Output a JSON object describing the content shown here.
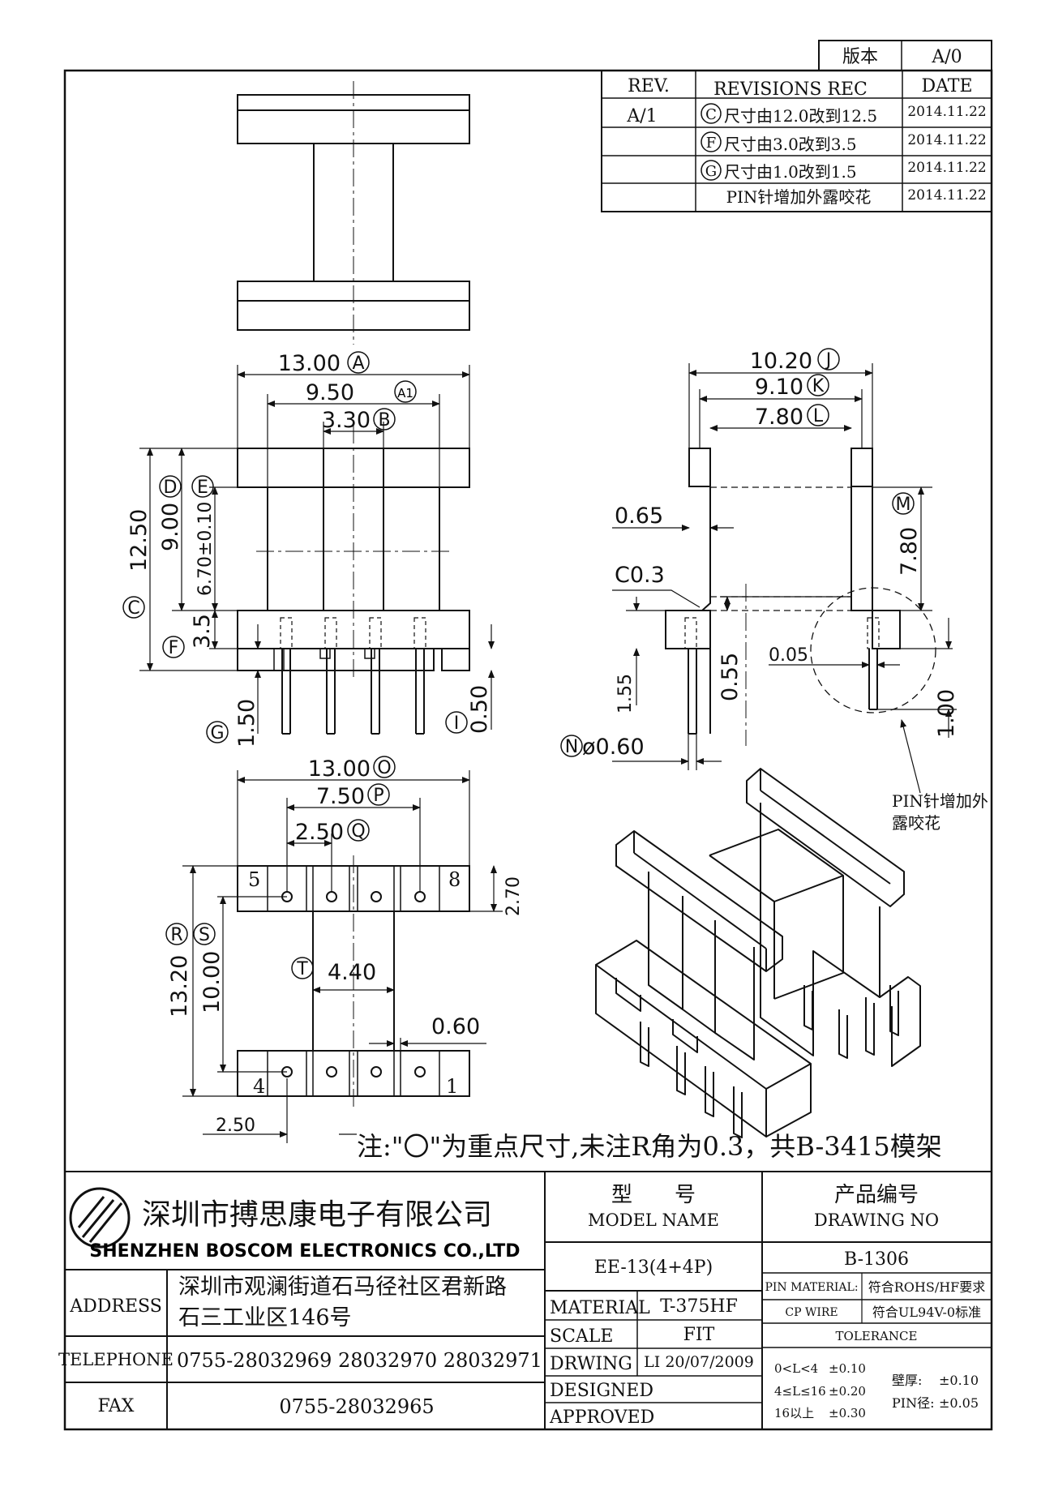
{
  "version_box": {
    "label": "版本",
    "value": "A/0"
  },
  "revisions": {
    "headers": [
      "REV.",
      "REVISIONS REC",
      "DATE"
    ],
    "rows": [
      {
        "rev": "A/1",
        "mark": "C",
        "text": "尺寸由12.0改到12.5",
        "date": "2014.11.22"
      },
      {
        "rev": "",
        "mark": "F",
        "text": "尺寸由3.0改到3.5",
        "date": "2014.11.22"
      },
      {
        "rev": "",
        "mark": "G",
        "text": "尺寸由1.0改到1.5",
        "date": "2014.11.22"
      },
      {
        "rev": "",
        "mark": "",
        "text": "PIN针增加外露咬花",
        "date": "2014.11.22"
      }
    ]
  },
  "front_view": {
    "dims": {
      "A": {
        "value": "13.00",
        "mark": "A"
      },
      "A1": {
        "value": "9.50",
        "mark": "A1"
      },
      "B": {
        "value": "3.30",
        "mark": "B"
      },
      "C": {
        "value": "12.50",
        "mark": "C"
      },
      "D": {
        "value": "9.00",
        "mark": "D"
      },
      "E": {
        "value": "6.70±0.10",
        "mark": "E"
      },
      "F": {
        "value": "3.5",
        "mark": "F"
      },
      "G": {
        "value": "1.50",
        "mark": "G"
      },
      "I": {
        "value": "0.50",
        "mark": "I"
      }
    }
  },
  "side_view": {
    "dims": {
      "J": {
        "value": "10.20",
        "mark": "J"
      },
      "K": {
        "value": "9.10",
        "mark": "K"
      },
      "L": {
        "value": "7.80",
        "mark": "L"
      },
      "M": {
        "value": "7.80",
        "mark": "M"
      },
      "d065": "0.65",
      "c03": "C0.3",
      "d155": "1.55",
      "d055": "0.55",
      "d005": "0.05",
      "d100": "1.00",
      "N": {
        "value": "ø0.60",
        "mark": "N"
      }
    },
    "callout": [
      "PIN针增加外",
      "露咬花"
    ]
  },
  "bottom_view": {
    "dims": {
      "O": {
        "value": "13.00",
        "mark": "O"
      },
      "P": {
        "value": "7.50",
        "mark": "P"
      },
      "Q": {
        "value": "2.50",
        "mark": "Q"
      },
      "R": {
        "value": "13.20",
        "mark": "R"
      },
      "S": {
        "value": "10.00",
        "mark": "S"
      },
      "T": {
        "value": "4.40",
        "mark": "T"
      },
      "d270": "2.70",
      "d060": "0.60",
      "d250": "2.50"
    },
    "pin_numbers": {
      "p5": "5",
      "p8": "8",
      "p4": "4",
      "p1": "1"
    }
  },
  "note": "注:\"〇\"为重点尺寸,未注R角为0.3，共B-3415模架",
  "title_block": {
    "company_cn": "深圳市搏思康电子有限公司",
    "company_en": "SHENZHEN BOSCOM ELECTRONICS CO.,LTD",
    "model_label_cn": "型　　号",
    "model_label_en": "MODEL NAME",
    "model_value": "EE-13(4+4P)",
    "drawing_label_cn": "产品编号",
    "drawing_label_en": "DRAWING NO",
    "drawing_value": "B-1306",
    "address_label": "ADDRESS",
    "address_line1": "深圳市观澜街道石马径社区君新路",
    "address_line2": "石三工业区146号",
    "telephone_label": "TELEPHONE",
    "telephone_value": "0755-28032969 28032970 28032971",
    "fax_label": "FAX",
    "fax_value": "0755-28032965",
    "material_label": "MATERIAL",
    "material_value": "T-375HF",
    "scale_label": "SCALE",
    "scale_value": "FIT",
    "drwing_label": "DRWING",
    "drwing_value": "LI 20/07/2009",
    "designed_label": "DESIGNED",
    "approved_label": "APPROVED",
    "pin_material_label": "PIN MATERIAL:",
    "pin_material_value": "符合ROHS/HF要求",
    "cp_wire_label": "CP WIRE",
    "cp_wire_value": "符合UL94V-0标准",
    "tolerance_label": "TOLERANCE",
    "tol_rows": [
      {
        "range": "0<L<4",
        "tol": "±0.10"
      },
      {
        "range": "4≤L≤16",
        "tol": "±0.20"
      },
      {
        "range": "16以上",
        "tol": "±0.30"
      }
    ],
    "wall_label": "壁厚:",
    "wall_value": "±0.10",
    "pin_dia_label": "PIN径:",
    "pin_dia_value": "±0.05"
  }
}
